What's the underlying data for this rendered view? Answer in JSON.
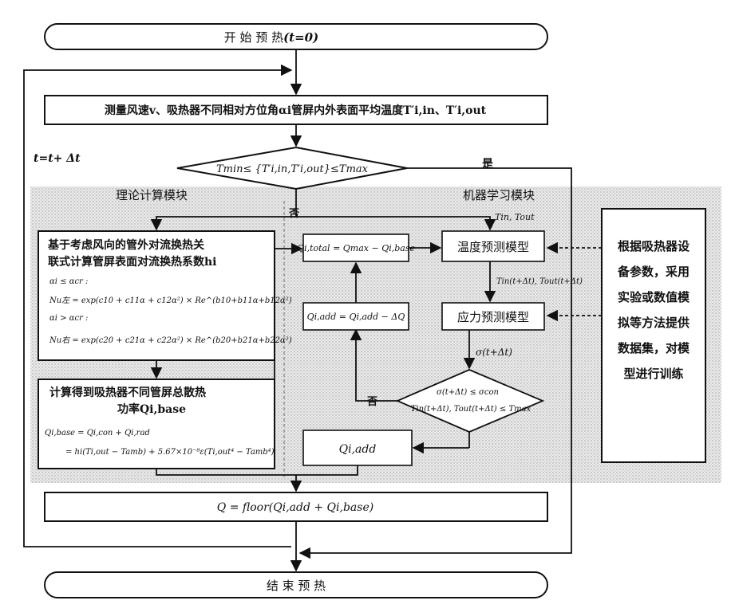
{
  "start": {
    "label": "开 始 预 热",
    "cond": "(t=0)"
  },
  "measure": {
    "label": "测量风速v、吸热器不同相对方位角αi管屏内外表面平均温度T′i,in、T′i,out"
  },
  "loop_label": "t=t+ Δt",
  "decision_main": {
    "label": "Tmin≤ {T′i,in,T′i,out}≤Tmax",
    "yes": "是",
    "no": "否"
  },
  "modules": {
    "theory": "理论计算模块",
    "ml": "机器学习模块"
  },
  "theory_block": {
    "title_line1": "基于考虑风向的管外对流换热关",
    "title_line2": "联式计算管屏表面对流换热系数hi",
    "cond1": "αi ≤ αcr :",
    "eq1": "Nu左 = exp(c10 + c11α + c12α²) × Re^(b10+b11α+b12α²)",
    "cond2": "αi > αcr :",
    "eq2": "Nu右 = exp(c20 + c21α + c22α²) × Re^(b20+b21α+b22α²)"
  },
  "heatloss_block": {
    "title_line1": "计算得到吸热器不同管屏总散热",
    "title_line2": "功率Qi,base",
    "eq1": "Qi,base = Qi,con + Qi,rad",
    "eq2": "= hi(Ti,out − Tamb) + 5.67×10⁻⁸ε(Ti,out⁴ − Tamb⁴)"
  },
  "ml_block": {
    "qtotal": "Qi,total = Qmax − Qi,base",
    "temp_model": "温度预测模型",
    "temp_out": "Tin(t+Δt), Tout(t+Δt)",
    "stress_model": "应力预测模型",
    "sigma_out": "σ(t+Δt)",
    "qadd_update": "Qi,add = Qi,add − ΔQ",
    "cond_sigma": "σ(t+Δt) ≤ σcon",
    "cond_temp": "Tin(t+Δt), Tout(t+Δt) ≤ Tmax",
    "no": "否",
    "qadd": "Qi,add",
    "top_temp": "Tin, Tout"
  },
  "dataset_note": {
    "lines": [
      "根据吸热器设",
      "备参数，采用",
      "实验或数值模",
      "拟等方法提供",
      "数据集，对模",
      "型进行训练"
    ]
  },
  "sum_block": {
    "label": "Q = floor(Qi,add + Qi,base)"
  },
  "end": {
    "label": "结 束 预 热"
  },
  "colors": {
    "line": "#111111",
    "module_bg": "#e4e4e4",
    "box_bg": "#ffffff"
  }
}
